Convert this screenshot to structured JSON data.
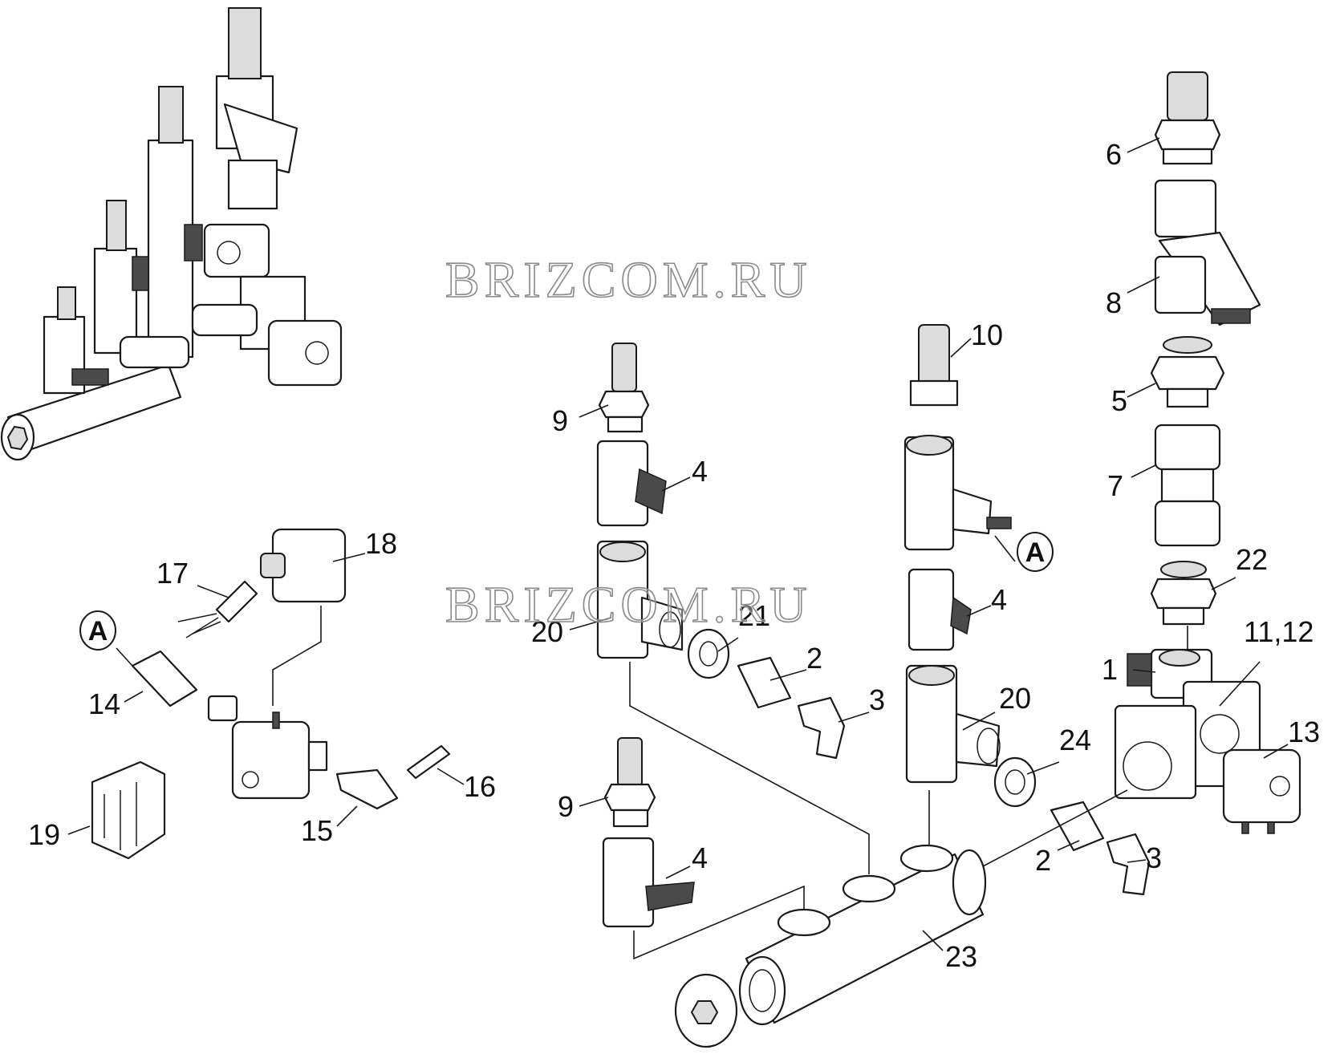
{
  "diagram": {
    "watermarks": [
      "BRIZCOM.RU",
      "BRIZCOM.RU"
    ],
    "reference_marker": "A",
    "callouts": [
      "6",
      "8",
      "10",
      "5",
      "9",
      "4",
      "7",
      "18",
      "17",
      "22",
      "4",
      "11,12",
      "20",
      "21",
      "2",
      "1",
      "14",
      "3",
      "20",
      "13",
      "24",
      "16",
      "9",
      "19",
      "15",
      "4",
      "2",
      "3",
      "23"
    ]
  }
}
